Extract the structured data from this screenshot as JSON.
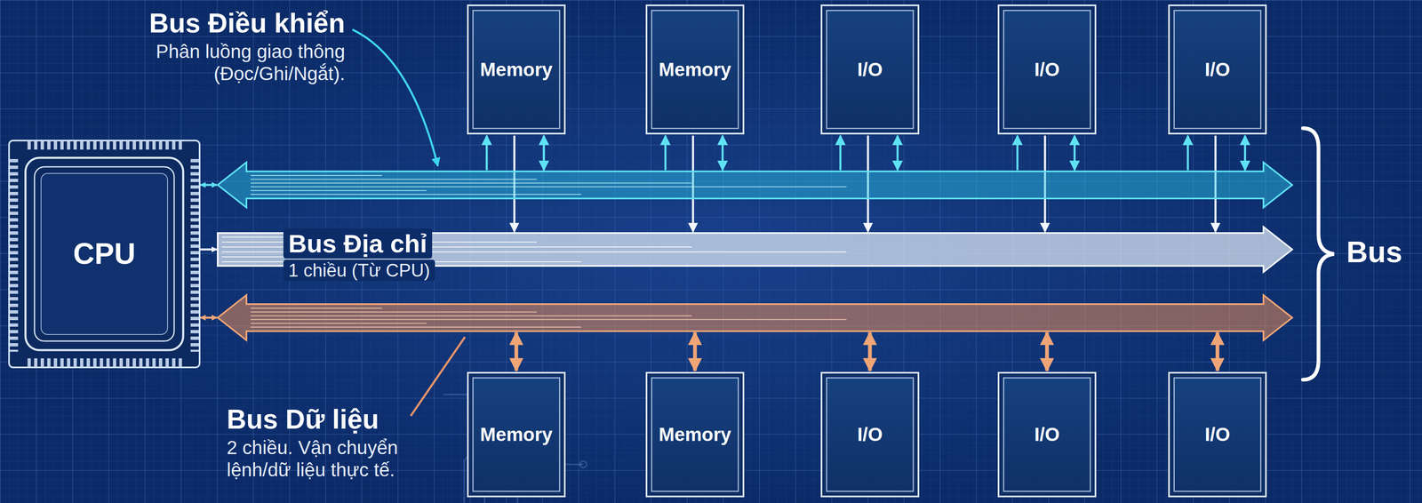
{
  "diagram": {
    "nodes": [
      {
        "text": [
          "CPU"
        ]
      },
      {
        "text": [
          "Memory"
        ]
      },
      {
        "text": [
          "Memory"
        ]
      },
      {
        "text": [
          "I/O"
        ]
      },
      {
        "text": [
          "I/O"
        ]
      },
      {
        "text": [
          "I/O"
        ]
      },
      {
        "text": [
          "Bus Điều khiển",
          "Phân luồng giao thông (Đọc/Ghi/Ngắt)."
        ]
      },
      {
        "text": [
          "Bus Địa chỉ",
          "1 chiều (Từ CPU)"
        ]
      },
      {
        "text": [
          "Bus Dữ liệu",
          "2 chiều. Vận chuyển lệnh/dữ liệu thực tế."
        ]
      },
      {
        "text": [
          "Memory"
        ]
      },
      {
        "text": [
          "Memory"
        ]
      },
      {
        "text": [
          "I/O"
        ]
      },
      {
        "text": [
          "I/O"
        ]
      },
      {
        "text": [
          "I/O"
        ]
      }
    ],
    "edges": [
      {
        "from": 0,
        "to": 6,
        "arrow": "both"
      },
      {
        "from": 0,
        "to": 7,
        "arrow": "to"
      },
      {
        "from": 0,
        "to": 8,
        "arrow": "both"
      },
      {
        "from": 6,
        "to": 1,
        "arrow": "to"
      },
      {
        "from": 1,
        "to": 6,
        "arrow": "both"
      },
      {
        "from": 1,
        "to": 7,
        "arrow": "to"
      },
      {
        "from": 6,
        "to": 2,
        "arrow": "to"
      },
      {
        "from": 2,
        "to": 6,
        "arrow": "both"
      },
      {
        "from": 2,
        "to": 7,
        "arrow": "to"
      },
      {
        "from": 6,
        "to": 3,
        "arrow": "to"
      },
      {
        "from": 3,
        "to": 6,
        "arrow": "both"
      },
      {
        "from": 3,
        "to": 7,
        "arrow": "to"
      },
      {
        "from": 6,
        "to": 4,
        "arrow": "to"
      },
      {
        "from": 4,
        "to": 6,
        "arrow": "both"
      },
      {
        "from": 4,
        "to": 7,
        "arrow": "to"
      },
      {
        "from": 6,
        "to": 5,
        "arrow": "to"
      },
      {
        "from": 5,
        "to": 6,
        "arrow": "both"
      },
      {
        "from": 5,
        "to": 7,
        "arrow": "to"
      },
      {
        "from": 9,
        "to": 8,
        "arrow": "both"
      },
      {
        "from": 10,
        "to": 8,
        "arrow": "both"
      },
      {
        "from": 11,
        "to": 8,
        "arrow": "both"
      },
      {
        "from": 12,
        "to": 8,
        "arrow": "both"
      },
      {
        "from": 13,
        "to": 8,
        "arrow": "both"
      }
    ],
    "labels": [
      "Bus"
    ]
  }
}
